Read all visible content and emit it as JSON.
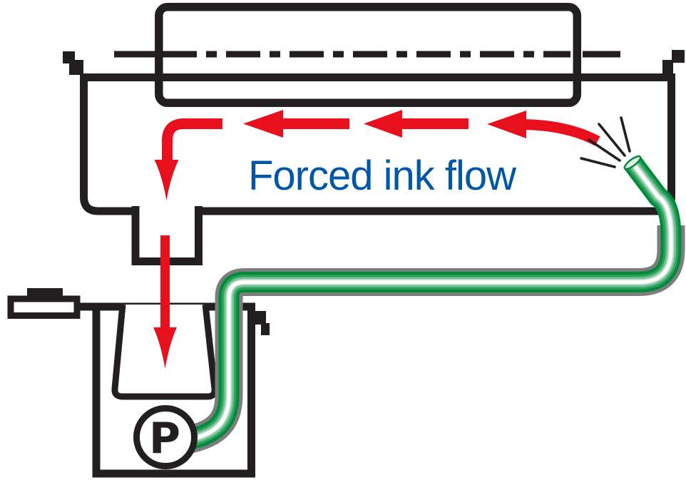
{
  "diagram": {
    "label": "Forced ink flow",
    "pump_label": "P",
    "components": {
      "roller": "anilox-roller-cylinder",
      "axis": "roller-center-line",
      "tray": "ink-tray-chamber",
      "spout": "drain-spout",
      "tank": "ink-collection-tank",
      "funnel": "collection-funnel",
      "pump": "pump-circle",
      "tube": "ink-return-hose",
      "nozzle": "spray-nozzle",
      "spray": "spray-lines",
      "arrows": "ink-flow-arrows"
    }
  },
  "colors": {
    "outline": "#231f20",
    "flow_arrow_red": "#e8101c",
    "label_blue": "#0057a8",
    "hose_green": "#008a3c",
    "hose_highlight": "#ffffff",
    "hose_shadow": "#7d7d7d",
    "background": "#ffffff"
  }
}
